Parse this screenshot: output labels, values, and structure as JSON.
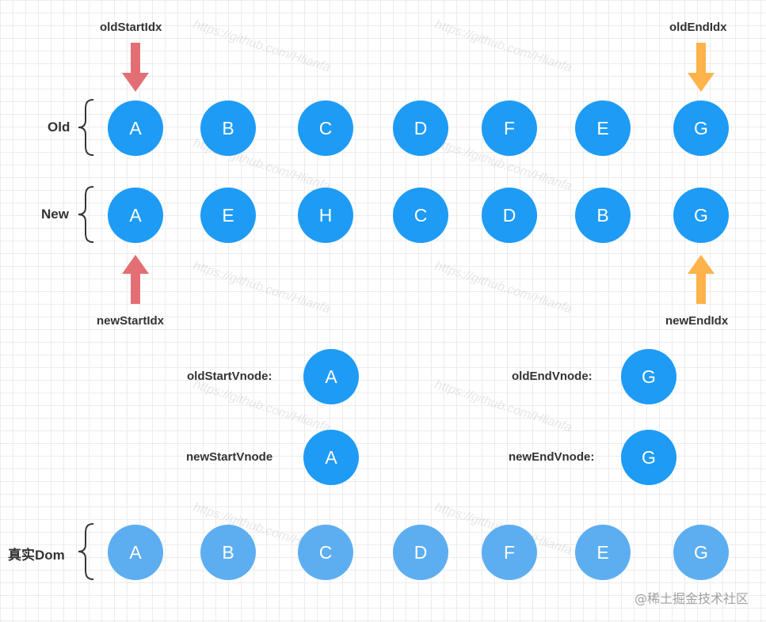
{
  "row_labels": {
    "old": "Old",
    "new": "New",
    "dom": "真实Dom"
  },
  "pointers": {
    "old_start": "oldStartIdx",
    "old_end": "oldEndIdx",
    "new_start": "newStartIdx",
    "new_end": "newEndIdx"
  },
  "old_nodes": [
    "A",
    "B",
    "C",
    "D",
    "F",
    "E",
    "G"
  ],
  "new_nodes": [
    "A",
    "E",
    "H",
    "C",
    "D",
    "B",
    "G"
  ],
  "dom_nodes": [
    "A",
    "B",
    "C",
    "D",
    "F",
    "E",
    "G"
  ],
  "vnodes": {
    "old_start_label": "oldStartVnode:",
    "old_start_value": "A",
    "new_start_label": "newStartVnode",
    "new_start_value": "A",
    "old_end_label": "oldEndVnode:",
    "old_end_value": "G",
    "new_end_label": "newEndVnode:",
    "new_end_value": "G"
  },
  "watermark": "https://github.com/Hlianfa",
  "footer": "@稀土掘金技术社区",
  "colors": {
    "node": "#1e9bf5",
    "dom_node": "#5daef1",
    "start_arrow": "#e36f75",
    "end_arrow": "#ffb34a"
  }
}
